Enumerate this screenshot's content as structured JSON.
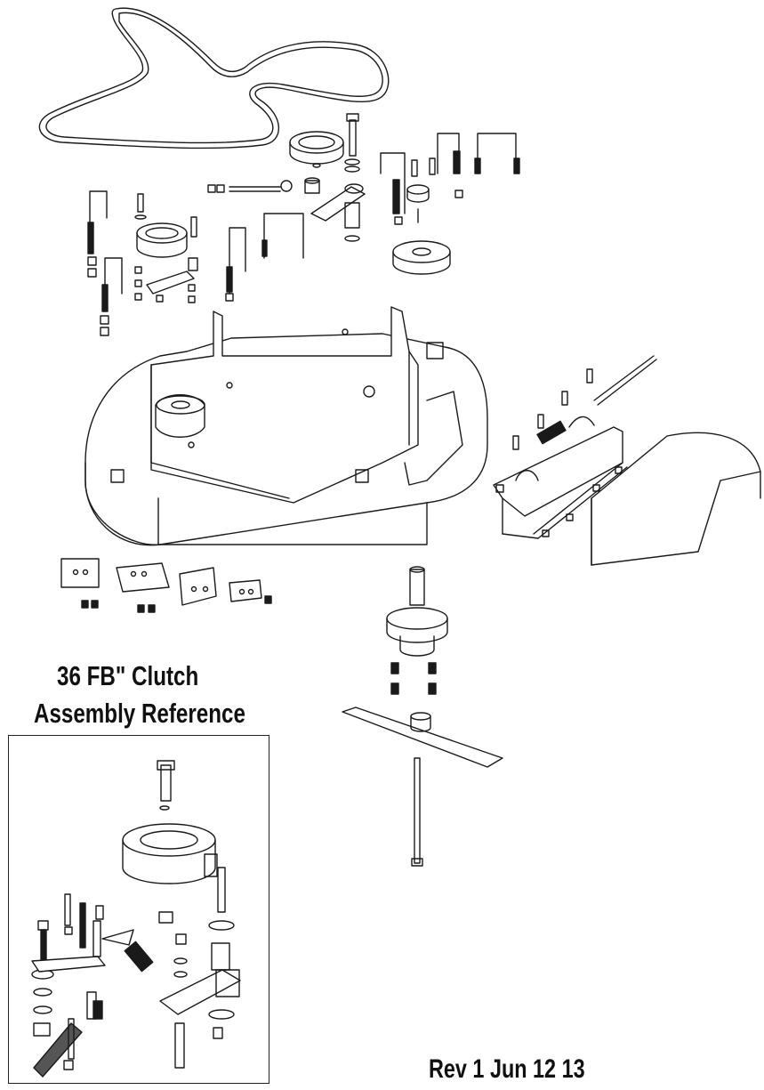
{
  "reference": {
    "title_line1": "36 FB\" Clutch",
    "title_line2": "Assembly Reference"
  },
  "revision": "Rev 1 Jun 12 13",
  "parts": {
    "drive_belt": "belt-diagram",
    "mower_deck": "deck-shell",
    "idler_pulleys": "pulley",
    "spindle_assembly": "spindle",
    "blade": "blade",
    "discharge_chute": "chute",
    "u_bolts": "u-bolt",
    "mounting_brackets": "bracket"
  },
  "colors": {
    "line": "#1a1a1a",
    "fill": "#ffffff",
    "shade": "#e8e8e8"
  }
}
